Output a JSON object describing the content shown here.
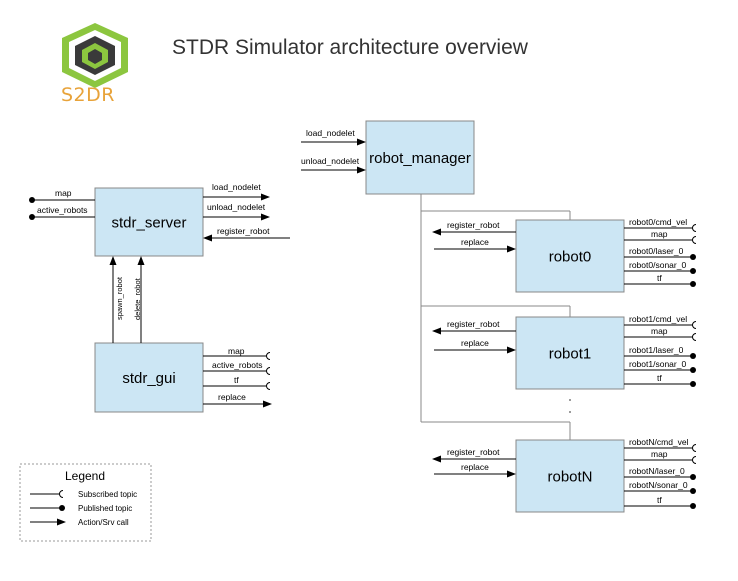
{
  "title": "STDR Simulator architecture overview",
  "logo": {
    "text": "S2DR",
    "colors": {
      "green": "#8cc63f",
      "dark": "#3a3a3a",
      "gold": "#e8a33a"
    }
  },
  "nodes": {
    "robot_manager": "robot_manager",
    "stdr_server": "stdr_server",
    "stdr_gui": "stdr_gui",
    "robot0": "robot0",
    "robot1": "robot1",
    "robotN": "robotN"
  },
  "robot_manager_inputs": [
    "load_nodelet",
    "unload_nodelet"
  ],
  "server_inputs": [
    "map",
    "active_robots"
  ],
  "server_outputs": [
    "load_nodelet",
    "unload_nodelet"
  ],
  "server_register": "register_robot",
  "gui_links": [
    "spawn_robot",
    "delete_robot"
  ],
  "gui_topics": [
    "map",
    "active_robots",
    "tf",
    "replace"
  ],
  "robots": [
    {
      "register": "register_robot",
      "replace": "replace",
      "topics": [
        "robot0/cmd_vel",
        "map",
        "robot0/laser_0",
        "robot0/sonar_0",
        "tf"
      ]
    },
    {
      "register": "register_robot",
      "replace": "replace",
      "topics": [
        "robot1/cmd_vel",
        "map",
        "robot1/laser_0",
        "robot1/sonar_0",
        "tf"
      ]
    },
    {
      "register": "register_robot",
      "replace": "replace",
      "topics": [
        "robotN/cmd_vel",
        "map",
        "robotN/laser_0",
        "robotN/sonar_0",
        "tf"
      ]
    }
  ],
  "legend": {
    "title": "Legend",
    "items": [
      "Subscribed topic",
      "Published topic",
      "Action/Srv call"
    ]
  },
  "colors": {
    "box_fill": "#cce6f4",
    "box_stroke": "#888888",
    "line": "#000000"
  }
}
